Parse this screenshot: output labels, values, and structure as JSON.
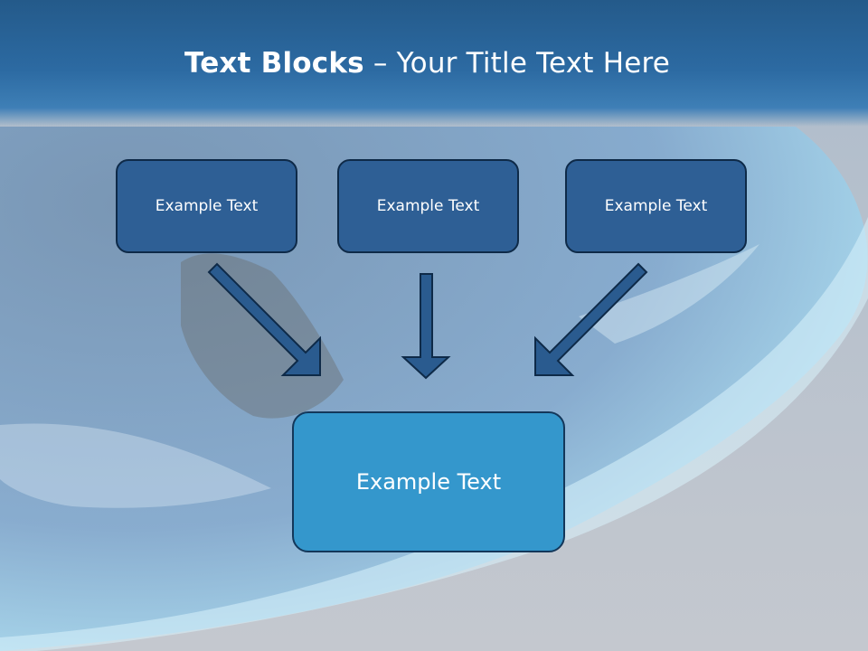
{
  "slide": {
    "title_bold": "Text Blocks",
    "title_dash": " – ",
    "title_rest": "Your Title Text Here"
  },
  "blocks": {
    "left": "Example Text",
    "center": "Example Text",
    "right": "Example Text",
    "bottom": "Example Text"
  },
  "colors": {
    "header": "#2c6aa2",
    "top_box_fill": "#2e5f95",
    "bottom_box_fill": "#3497cc",
    "box_border": "#0e2a48",
    "arrow_fill": "#2a5b8f"
  }
}
